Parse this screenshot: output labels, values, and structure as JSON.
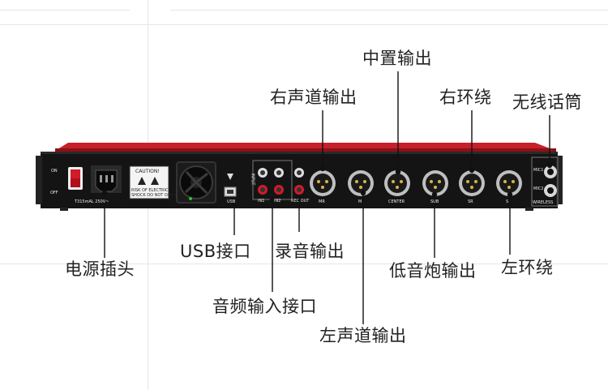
{
  "labels": {
    "center_output": "中置输出",
    "right_front_output": "右声道输出",
    "right_surround": "右环绕",
    "wireless_mic": "无线话筒",
    "usb_port": "USB接口",
    "record_output": "录音输出",
    "power_socket": "电源插头",
    "subwoofer_output": "低音炮输出",
    "left_surround": "左环绕",
    "audio_input_port": "音频输入接口",
    "left_front_output": "左声道输出"
  },
  "panel_text": {
    "caution": "CAUTION!",
    "warning_line1": "RISK OF ELECTRIC",
    "warning_line2": "SHOCK DO NOT OPEN",
    "fuse": "T315mAL 250V~",
    "on": "ON",
    "off": "OFF",
    "usb": "USB",
    "input_group": "INPUT",
    "in1": "IN1",
    "in2": "IN2",
    "rec_out": "REC OUT",
    "xlr_mr": "MR",
    "xlr_ml": "M",
    "xlr_center": "CENTER",
    "xlr_sub": "SUB",
    "xlr_sr": "SR",
    "xlr_sl": "S",
    "mic1": "MIC1",
    "mic2": "MIC2",
    "wireless": "WIRELESS"
  },
  "colors": {
    "chassis": "#141414",
    "accent_red": "#d01c28",
    "leader_line": "#111111"
  }
}
